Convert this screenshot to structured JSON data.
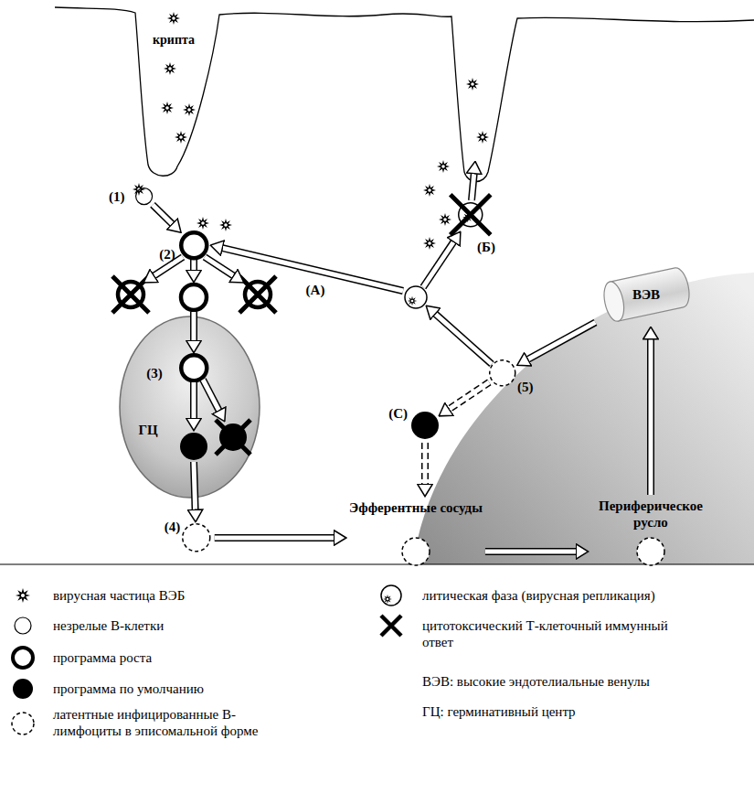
{
  "diagram": {
    "nodes": [
      {
        "text": [
          "(1)"
        ]
      },
      {
        "text": [
          "(2)"
        ]
      },
      {
        "text": [
          "ГЦ"
        ]
      },
      {
        "text": [
          "(3)"
        ],
        "in": 2
      },
      {
        "text": [
          "(4)"
        ]
      },
      {
        "text": [
          "Эфферентные сосуды"
        ]
      },
      {
        "text": [
          "Периферическое русло"
        ]
      },
      {
        "text": [
          "ВЭВ"
        ]
      },
      {
        "text": [
          "(5)"
        ]
      },
      {
        "text": [
          "(C)"
        ]
      },
      {
        "text": [
          "(Б)"
        ]
      }
    ],
    "edges": [
      {
        "from": 0,
        "to": 1,
        "arrow": "to"
      },
      {
        "from": 4,
        "to": 5,
        "arrow": "to"
      },
      {
        "from": 5,
        "to": 6,
        "arrow": "to"
      },
      {
        "from": 6,
        "to": 7,
        "arrow": "to"
      },
      {
        "from": 7,
        "to": 8,
        "arrow": "to"
      },
      {
        "from": 8,
        "to": 9,
        "arrow": "to"
      },
      {
        "from": 9,
        "to": 5,
        "arrow": "to"
      }
    ],
    "labels": [
      "крипта",
      "(A)"
    ],
    "legend": [
      {
        "text": "вирусная частица ВЭБ"
      },
      {
        "text": "незрелые В-клетки"
      },
      {
        "text": "программа роста"
      },
      {
        "text": "программа по умолчанию"
      },
      {
        "text": "латентные инфицированные В-лимфоциты в эписомальной форме"
      },
      {
        "text": "литическая фаза (вирусная репликация)"
      },
      {
        "text": "цитотоксический Т-клеточный иммунный ответ"
      },
      {
        "text": "ВЭВ: высокие эндотелиальные венулы"
      },
      {
        "text": "ГЦ: герминативный центр"
      }
    ]
  }
}
